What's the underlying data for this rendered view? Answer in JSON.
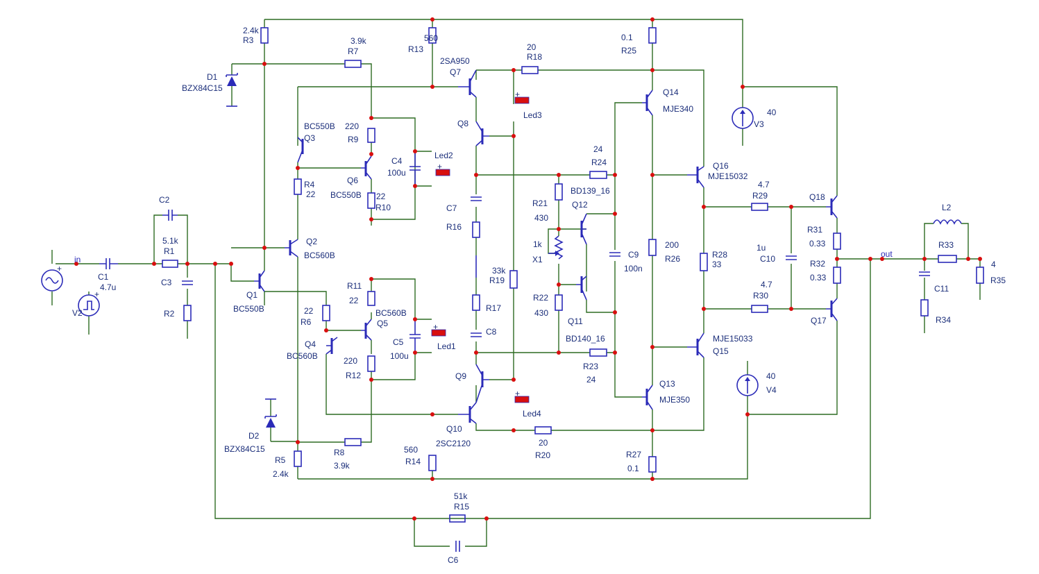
{
  "net_labels": {
    "in": "in",
    "out": "out"
  },
  "components": {
    "R1": {
      "ref": "R1",
      "value": "5.1k"
    },
    "R2": {
      "ref": "R2"
    },
    "R3": {
      "ref": "R3",
      "value": "2.4k"
    },
    "R4": {
      "ref": "R4",
      "value": "22"
    },
    "R5": {
      "ref": "R5",
      "value": "2.4k"
    },
    "R6": {
      "ref": "R6",
      "value": "22"
    },
    "R7": {
      "ref": "R7",
      "value": "3.9k"
    },
    "R8": {
      "ref": "R8",
      "value": "3.9k"
    },
    "R9": {
      "ref": "R9",
      "value": "220"
    },
    "R10": {
      "ref": "R10",
      "value": "22"
    },
    "R11": {
      "ref": "R11",
      "value": "22"
    },
    "R12": {
      "ref": "R12",
      "value": "220"
    },
    "R13": {
      "ref": "R13",
      "value": "560"
    },
    "R14": {
      "ref": "R14",
      "value": "560"
    },
    "R15": {
      "ref": "R15",
      "value": "51k"
    },
    "R16": {
      "ref": "R16"
    },
    "R17": {
      "ref": "R17"
    },
    "R18": {
      "ref": "R18",
      "value": "20"
    },
    "R19": {
      "ref": "R19",
      "value": "33k"
    },
    "R20": {
      "ref": "R20",
      "value": "20"
    },
    "R21": {
      "ref": "R21",
      "value": "430"
    },
    "R22": {
      "ref": "R22",
      "value": "430"
    },
    "R23": {
      "ref": "R23",
      "value": "24"
    },
    "R24": {
      "ref": "R24",
      "value": "24"
    },
    "R25": {
      "ref": "R25",
      "value": "0.1"
    },
    "R26": {
      "ref": "R26",
      "value": "200"
    },
    "R27": {
      "ref": "R27",
      "value": "0.1"
    },
    "R28": {
      "ref": "R28",
      "value": "33"
    },
    "R29": {
      "ref": "R29",
      "value": "4.7"
    },
    "R30": {
      "ref": "R30",
      "value": "4.7"
    },
    "R31": {
      "ref": "R31",
      "value": "0.33"
    },
    "R32": {
      "ref": "R32",
      "value": "0.33"
    },
    "R33": {
      "ref": "R33"
    },
    "R34": {
      "ref": "R34"
    },
    "R35": {
      "ref": "R35",
      "value": "4"
    },
    "C1": {
      "ref": "C1",
      "value": "4.7u"
    },
    "C2": {
      "ref": "C2"
    },
    "C3": {
      "ref": "C3"
    },
    "C4": {
      "ref": "C4",
      "value": "100u"
    },
    "C5": {
      "ref": "C5",
      "value": "100u"
    },
    "C6": {
      "ref": "C6"
    },
    "C7": {
      "ref": "C7"
    },
    "C8": {
      "ref": "C8"
    },
    "C9": {
      "ref": "C9",
      "value": "100n"
    },
    "C10": {
      "ref": "C10",
      "value": "1u"
    },
    "C11": {
      "ref": "C11"
    },
    "L2": {
      "ref": "L2"
    },
    "D1": {
      "ref": "D1",
      "value": "BZX84C15"
    },
    "D2": {
      "ref": "D2",
      "value": "BZX84C15"
    },
    "Q1": {
      "ref": "Q1",
      "value": "BC550B"
    },
    "Q2": {
      "ref": "Q2",
      "value": "BC560B"
    },
    "Q3": {
      "ref": "Q3",
      "value": "BC550B"
    },
    "Q4": {
      "ref": "Q4",
      "value": "BC560B"
    },
    "Q5": {
      "ref": "Q5",
      "value": "BC560B"
    },
    "Q6": {
      "ref": "Q6",
      "value": "BC550B"
    },
    "Q7": {
      "ref": "Q7",
      "value": "2SA950"
    },
    "Q8": {
      "ref": "Q8"
    },
    "Q9": {
      "ref": "Q9"
    },
    "Q10": {
      "ref": "Q10",
      "value": "2SC2120"
    },
    "Q11": {
      "ref": "Q11",
      "value": "BD140_16"
    },
    "Q12": {
      "ref": "Q12",
      "value": "BD139_16"
    },
    "Q13": {
      "ref": "Q13",
      "value": "MJE350"
    },
    "Q14": {
      "ref": "Q14",
      "value": "MJE340"
    },
    "Q15": {
      "ref": "Q15",
      "value": "MJE15033"
    },
    "Q16": {
      "ref": "Q16",
      "value": "MJE15032"
    },
    "Q17": {
      "ref": "Q17"
    },
    "Q18": {
      "ref": "Q18"
    },
    "X1": {
      "ref": "X1",
      "value": "1k"
    },
    "V2": {
      "ref": "V2"
    },
    "V3": {
      "ref": "V3",
      "value": "40"
    },
    "V4": {
      "ref": "V4",
      "value": "40"
    },
    "Led1": {
      "ref": "Led1"
    },
    "Led2": {
      "ref": "Led2"
    },
    "Led3": {
      "ref": "Led3"
    },
    "Led4": {
      "ref": "Led4"
    }
  }
}
